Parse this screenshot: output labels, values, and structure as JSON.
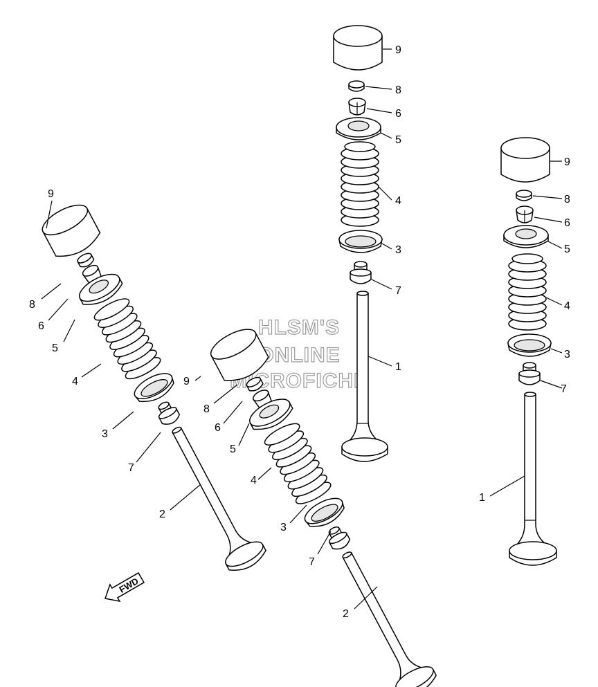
{
  "watermark": {
    "line1": "HLSM'S",
    "line2": "ONLINE",
    "line3": "MICROFICHE"
  },
  "direction_label": "FWD",
  "callouts": {
    "a": {
      "n1": "1",
      "n3": "3",
      "n4": "4",
      "n5": "5",
      "n6": "6",
      "n7": "7",
      "n8": "8",
      "n9": "9"
    },
    "b": {
      "n1": "1",
      "n3": "3",
      "n4": "4",
      "n5": "5",
      "n6": "6",
      "n7": "7",
      "n8": "8",
      "n9": "9"
    },
    "c": {
      "n2": "2",
      "n3": "3",
      "n4": "4",
      "n5": "5",
      "n6": "6",
      "n7": "7",
      "n8": "8",
      "n9": "9"
    },
    "d": {
      "n2": "2",
      "n3": "3",
      "n4": "4",
      "n5": "5",
      "n6": "6",
      "n7": "7",
      "n8": "8",
      "n9": "9"
    }
  }
}
